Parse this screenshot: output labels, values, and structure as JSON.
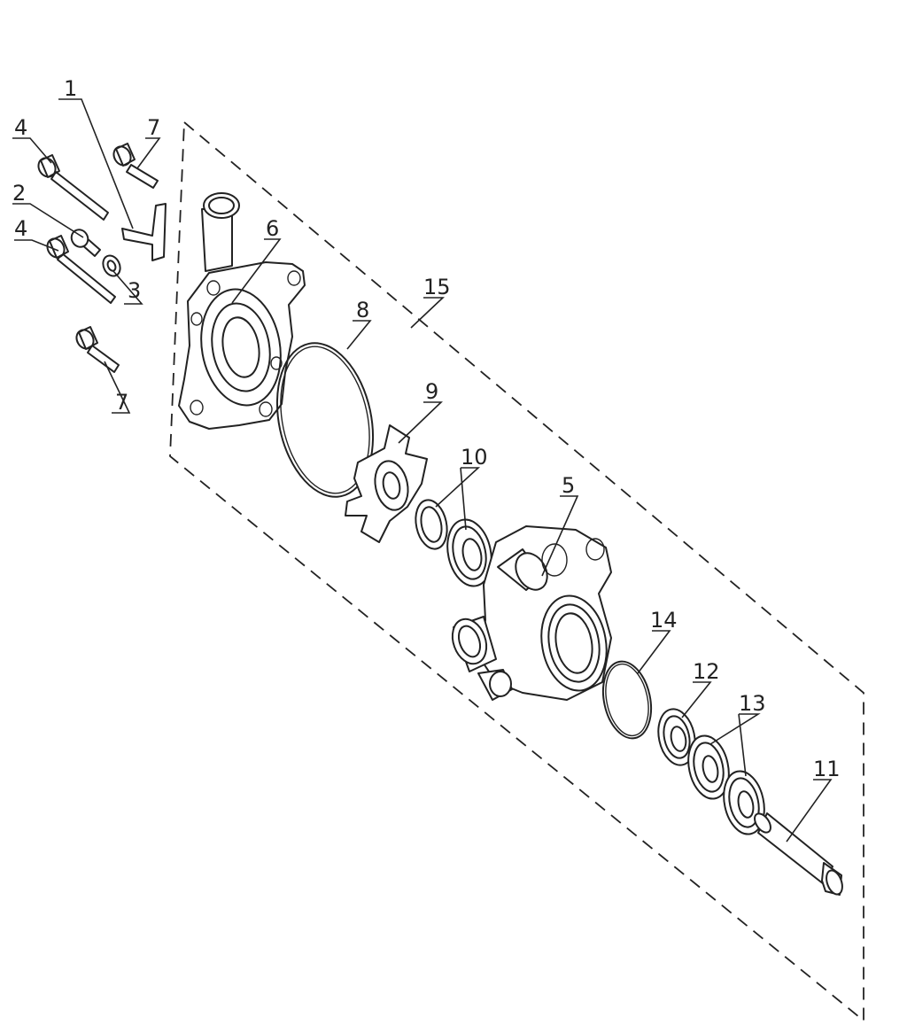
{
  "diagram": {
    "callouts": [
      {
        "id": "c1",
        "label": "1"
      },
      {
        "id": "c2",
        "label": "2"
      },
      {
        "id": "c3",
        "label": "3"
      },
      {
        "id": "c4a",
        "label": "4"
      },
      {
        "id": "c4b",
        "label": "4"
      },
      {
        "id": "c5",
        "label": "5"
      },
      {
        "id": "c6",
        "label": "6"
      },
      {
        "id": "c7a",
        "label": "7"
      },
      {
        "id": "c7b",
        "label": "7"
      },
      {
        "id": "c8",
        "label": "8"
      },
      {
        "id": "c9",
        "label": "9"
      },
      {
        "id": "c10",
        "label": "10"
      },
      {
        "id": "c11",
        "label": "11"
      },
      {
        "id": "c12",
        "label": "12"
      },
      {
        "id": "c13",
        "label": "13"
      },
      {
        "id": "c14",
        "label": "14"
      },
      {
        "id": "c15",
        "label": "15"
      }
    ]
  }
}
